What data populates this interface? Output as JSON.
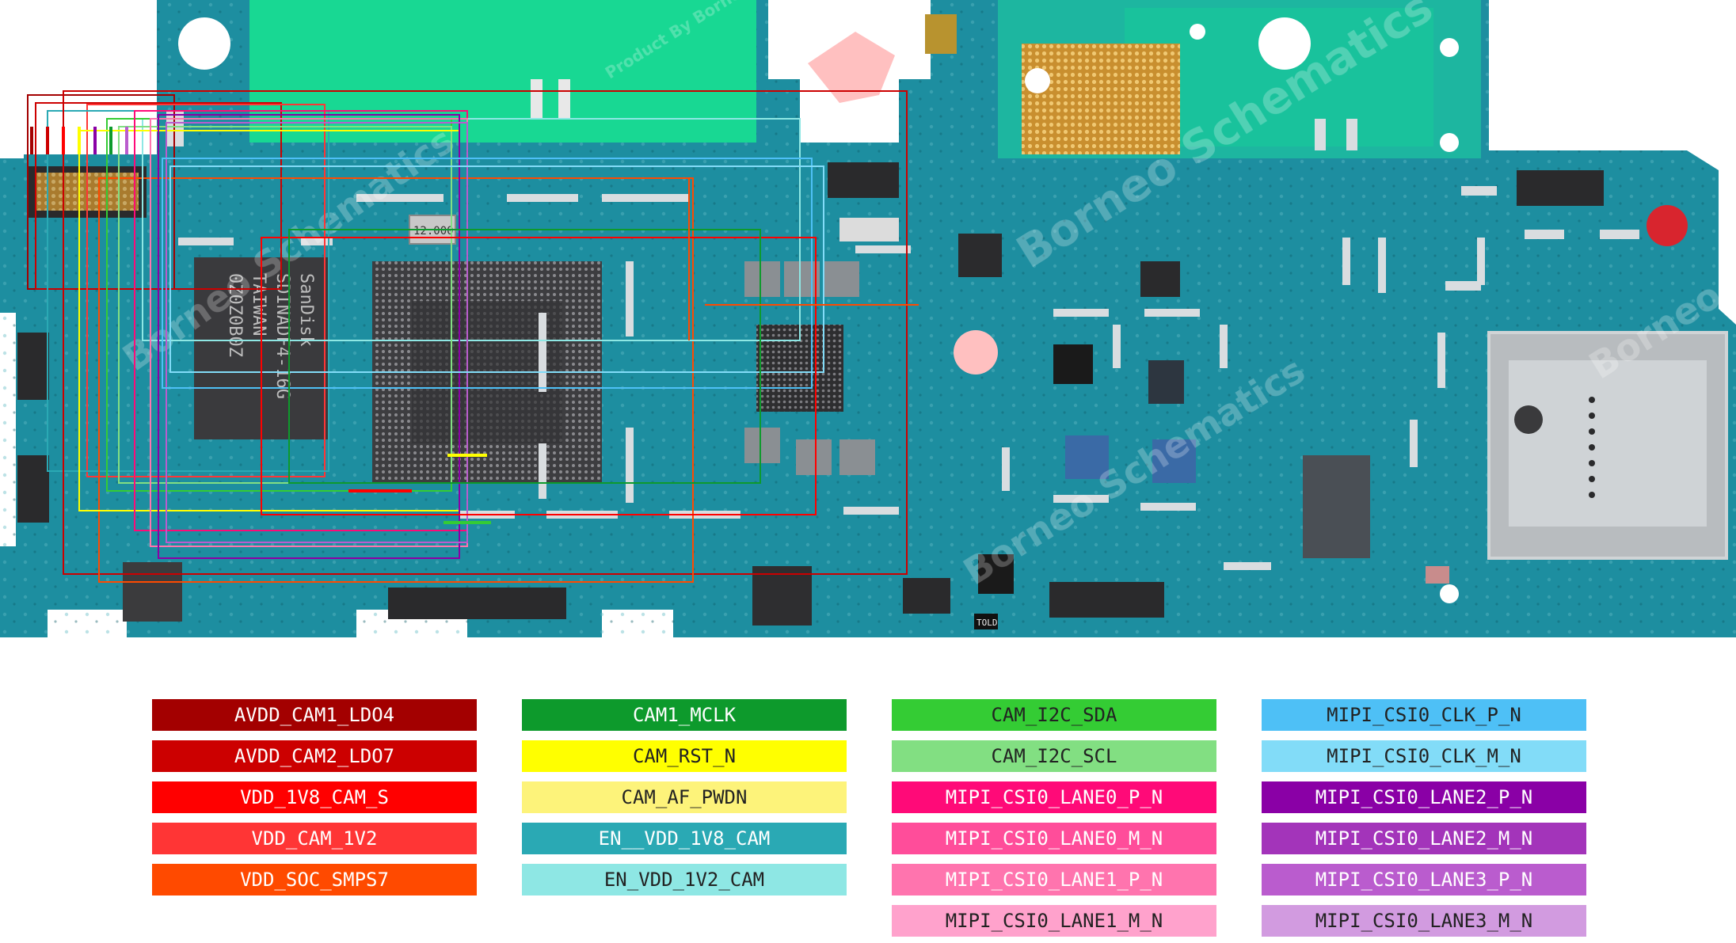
{
  "board": {
    "chip_labels": {
      "crystal": "12.000",
      "emmc": [
        "SanDisk",
        "SDINADF4-16G",
        "TAIWAN",
        "0Z0Z0B0Z"
      ],
      "connector_tag": "TOLD"
    },
    "watermark": [
      "Borneo Schematics",
      "Product By Borneo"
    ]
  },
  "legend": {
    "columns": [
      [
        {
          "label": "AVDD_CAM1_LDO4",
          "color": "#a30000",
          "text_color": "#ffffff"
        },
        {
          "label": "AVDD_CAM2_LDO7",
          "color": "#cc0000",
          "text_color": "#ffffff"
        },
        {
          "label": "VDD_1V8_CAM_S",
          "color": "#ff0000",
          "text_color": "#ffffff"
        },
        {
          "label": "VDD_CAM_1V2",
          "color": "#ff3535",
          "text_color": "#ffffff"
        },
        {
          "label": "VDD_SOC_SMPS7",
          "color": "#ff4a00",
          "text_color": "#ffffff"
        }
      ],
      [
        {
          "label": "CAM1_MCLK",
          "color": "#0d9a2c",
          "text_color": "#ffffff"
        },
        {
          "label": "CAM_RST_N",
          "color": "#ffff00",
          "text_color": "#222222"
        },
        {
          "label": "CAM_AF_PWDN",
          "color": "#fdf37a",
          "text_color": "#222222"
        },
        {
          "label": "EN__VDD_1V8_CAM",
          "color": "#2aa9b4",
          "text_color": "#ffffff"
        },
        {
          "label": "EN_VDD_1V2_CAM",
          "color": "#8ee7e4",
          "text_color": "#222222"
        }
      ],
      [
        {
          "label": "CAM_I2C_SDA",
          "color": "#34cc34",
          "text_color": "#222222"
        },
        {
          "label": "CAM_I2C_SCL",
          "color": "#82df82",
          "text_color": "#222222"
        },
        {
          "label": "MIPI_CSI0_LANE0_P_N",
          "color": "#ff0a78",
          "text_color": "#ffffff"
        },
        {
          "label": "MIPI_CSI0_LANE0_M_N",
          "color": "#ff4d9a",
          "text_color": "#ffffff"
        },
        {
          "label": "MIPI_CSI0_LANE1_P_N",
          "color": "#ff74ae",
          "text_color": "#ffffff"
        },
        {
          "label": "MIPI_CSI0_LANE1_M_N",
          "color": "#ffa2cc",
          "text_color": "#222222"
        }
      ],
      [
        {
          "label": "MIPI_CSI0_CLK_P_N",
          "color": "#4ec0f6",
          "text_color": "#222222"
        },
        {
          "label": "MIPI_CSI0_CLK_M_N",
          "color": "#82dcf8",
          "text_color": "#222222"
        },
        {
          "label": "MIPI_CSI0_LANE2_P_N",
          "color": "#8a00a6",
          "text_color": "#ffffff"
        },
        {
          "label": "MIPI_CSI0_LANE2_M_N",
          "color": "#a334ba",
          "text_color": "#ffffff"
        },
        {
          "label": "MIPI_CSI0_LANE3_P_N",
          "color": "#ba5cce",
          "text_color": "#ffffff"
        },
        {
          "label": "MIPI_CSI0_LANE3_M_N",
          "color": "#d29be0",
          "text_color": "#222222"
        }
      ]
    ]
  },
  "colors": {
    "pcb": "#1d8ea0",
    "pcb_dark": "#13707f",
    "pcb_light": "#2ea5b5",
    "copper_green": "#18d893",
    "pad_gold": "#d8a84a"
  }
}
